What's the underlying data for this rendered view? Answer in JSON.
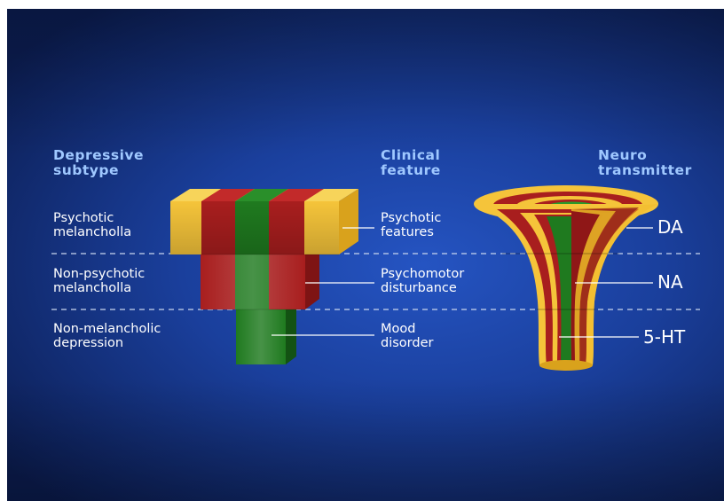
{
  "headers": {
    "subtype": "Depressive\nsubtype",
    "feature": "Clinical\nfeature",
    "neuro": "Neuro\ntransmitter"
  },
  "rows": [
    {
      "subtype": "Psychotic\nmelancholla",
      "feature": "Psychotic\nfeatures",
      "transmitter": "DA"
    },
    {
      "subtype": "Non-psychotic\nmelancholla",
      "feature": "Psychomotor\ndisturbance",
      "transmitter": "NA"
    },
    {
      "subtype": "Non-melancholic\ndepression",
      "feature": "Mood\ndisorder",
      "transmitter": "5-HT"
    }
  ],
  "colors": {
    "yellow": "#f5c43a",
    "red": "#a81e1e",
    "green": "#1f7a1f",
    "header_text": "#9fc8ff",
    "background": "#1a3f9c"
  }
}
